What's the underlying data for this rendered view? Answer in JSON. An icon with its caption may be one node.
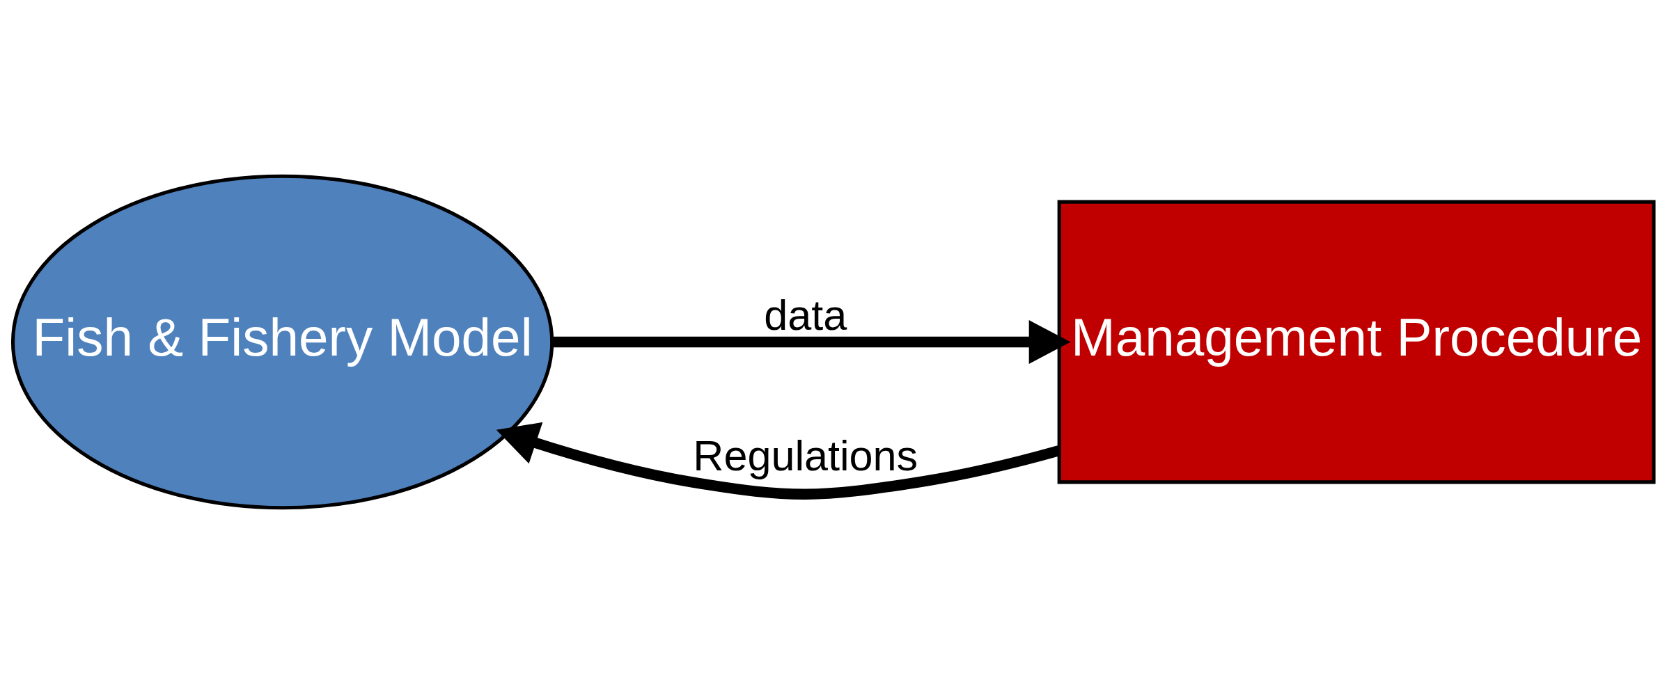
{
  "diagram": {
    "nodes": [
      {
        "text": [
          "Fish & Fishery Model"
        ]
      },
      {
        "text": [
          "Management Procedure"
        ]
      }
    ],
    "edges": [
      {
        "from": 1,
        "to": 0,
        "arrow": "to",
        "label": "Regulations"
      },
      {
        "from": 0,
        "to": 1,
        "arrow": "to",
        "label": "data"
      }
    ]
  }
}
